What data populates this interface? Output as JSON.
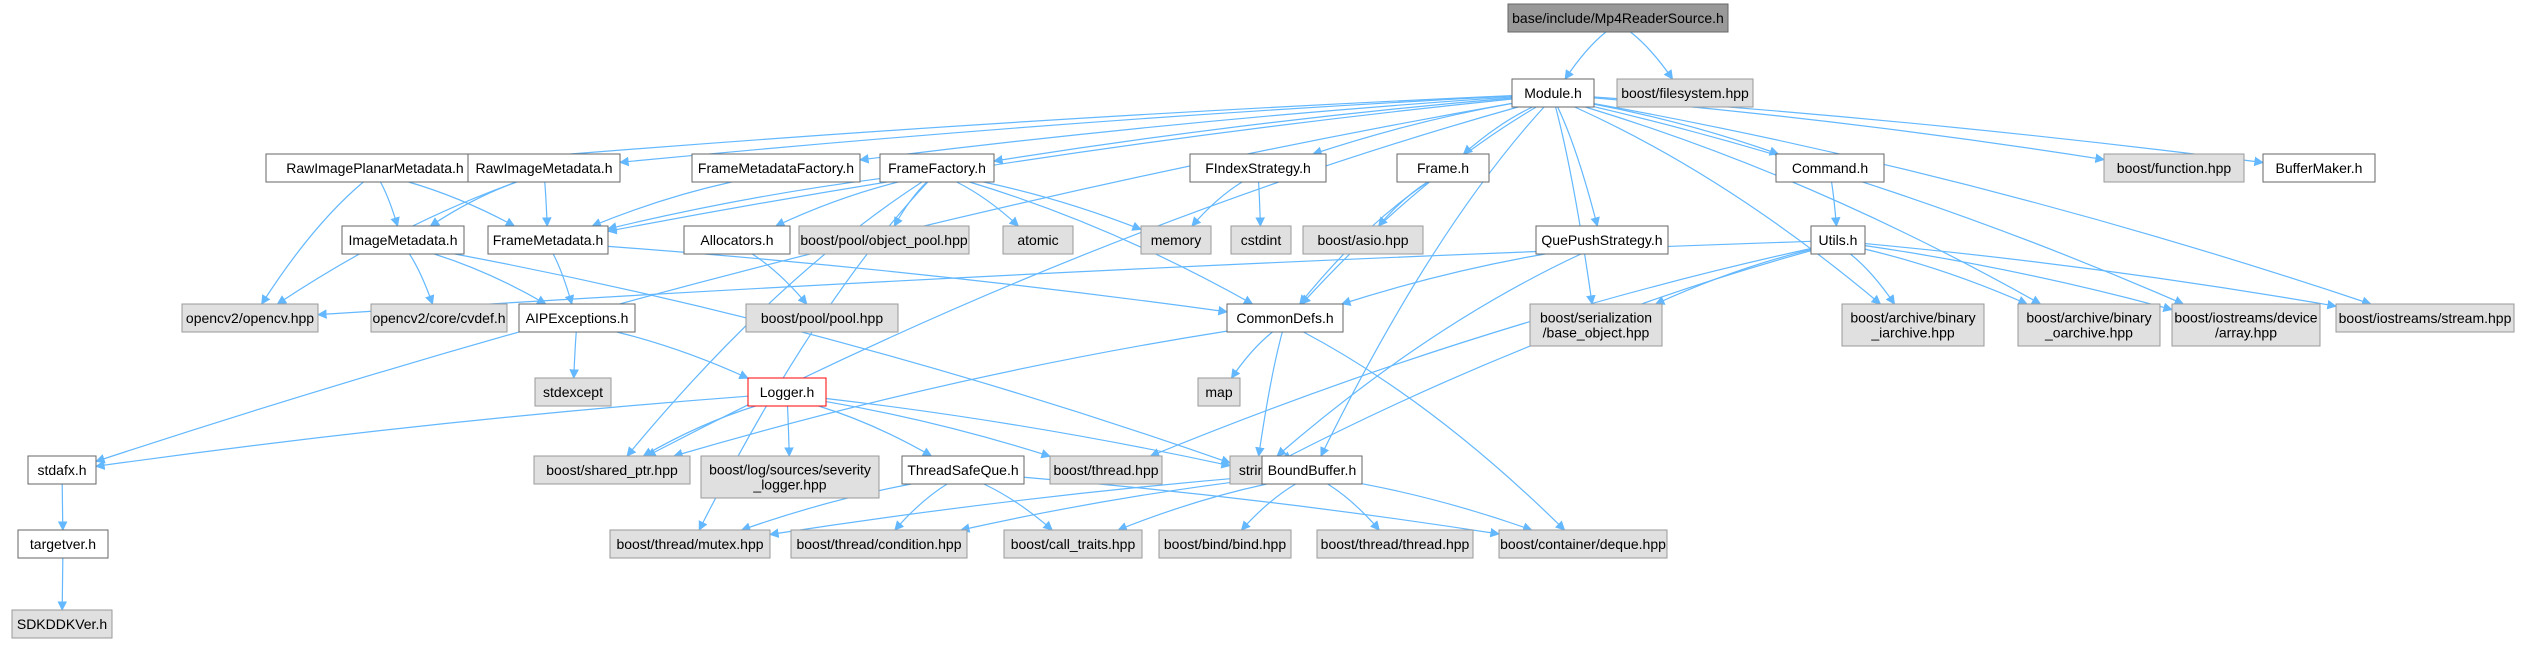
{
  "colors": {
    "edge": "#63b8ff",
    "node_fill": "#ffffff",
    "node_stroke": "#666666",
    "external_fill": "#e0e0e0",
    "external_stroke": "#999999",
    "root_fill": "#999999",
    "root_stroke": "#666666",
    "highlight_stroke": "#ff0000"
  },
  "nodes": [
    {
      "id": "mp4",
      "lines": [
        "base/include/Mp4ReaderSource.h"
      ],
      "kind": "root"
    },
    {
      "id": "module",
      "lines": [
        "Module.h"
      ],
      "kind": "file"
    },
    {
      "id": "bfs",
      "lines": [
        "boost/filesystem.hpp"
      ],
      "kind": "external"
    },
    {
      "id": "rawplanar",
      "lines": [
        "RawImagePlanarMetadata.h"
      ],
      "kind": "file"
    },
    {
      "id": "rawmeta",
      "lines": [
        "RawImageMetadata.h"
      ],
      "kind": "file"
    },
    {
      "id": "fmfactory",
      "lines": [
        "FrameMetadataFactory.h"
      ],
      "kind": "file"
    },
    {
      "id": "ffactory",
      "lines": [
        "FrameFactory.h"
      ],
      "kind": "file"
    },
    {
      "id": "findex",
      "lines": [
        "FIndexStrategy.h"
      ],
      "kind": "file"
    },
    {
      "id": "frame",
      "lines": [
        "Frame.h"
      ],
      "kind": "file"
    },
    {
      "id": "command",
      "lines": [
        "Command.h"
      ],
      "kind": "file"
    },
    {
      "id": "bfunc",
      "lines": [
        "boost/function.hpp"
      ],
      "kind": "external"
    },
    {
      "id": "bmaker",
      "lines": [
        "BufferMaker.h"
      ],
      "kind": "file"
    },
    {
      "id": "imgmeta",
      "lines": [
        "ImageMetadata.h"
      ],
      "kind": "file"
    },
    {
      "id": "fmeta",
      "lines": [
        "FrameMetadata.h"
      ],
      "kind": "file"
    },
    {
      "id": "alloc",
      "lines": [
        "Allocators.h"
      ],
      "kind": "file"
    },
    {
      "id": "objpool",
      "lines": [
        "boost/pool/object_pool.hpp"
      ],
      "kind": "external"
    },
    {
      "id": "atomic",
      "lines": [
        "atomic"
      ],
      "kind": "external"
    },
    {
      "id": "memory",
      "lines": [
        "memory"
      ],
      "kind": "external"
    },
    {
      "id": "cstdint",
      "lines": [
        "cstdint"
      ],
      "kind": "external"
    },
    {
      "id": "basio",
      "lines": [
        "boost/asio.hpp"
      ],
      "kind": "external"
    },
    {
      "id": "qps",
      "lines": [
        "QuePushStrategy.h"
      ],
      "kind": "file"
    },
    {
      "id": "utils",
      "lines": [
        "Utils.h"
      ],
      "kind": "file"
    },
    {
      "id": "opencv",
      "lines": [
        "opencv2/opencv.hpp"
      ],
      "kind": "external"
    },
    {
      "id": "cvdef",
      "lines": [
        "opencv2/core/cvdef.h"
      ],
      "kind": "external"
    },
    {
      "id": "pool",
      "lines": [
        "boost/pool/pool.hpp"
      ],
      "kind": "external"
    },
    {
      "id": "commondefs",
      "lines": [
        "CommonDefs.h"
      ],
      "kind": "file"
    },
    {
      "id": "serial",
      "lines": [
        "boost/serialization",
        "/base_object.hpp"
      ],
      "kind": "external"
    },
    {
      "id": "biarch",
      "lines": [
        "boost/archive/binary",
        "_iarchive.hpp"
      ],
      "kind": "external"
    },
    {
      "id": "boarch",
      "lines": [
        "boost/archive/binary",
        "_oarchive.hpp"
      ],
      "kind": "external"
    },
    {
      "id": "devarr",
      "lines": [
        "boost/iostreams/device",
        "/array.hpp"
      ],
      "kind": "external"
    },
    {
      "id": "stream",
      "lines": [
        "boost/iostreams/stream.hpp"
      ],
      "kind": "external"
    },
    {
      "id": "aipex",
      "lines": [
        "AIPExceptions.h"
      ],
      "kind": "file"
    },
    {
      "id": "stdexcept",
      "lines": [
        "stdexcept"
      ],
      "kind": "external"
    },
    {
      "id": "map",
      "lines": [
        "map"
      ],
      "kind": "external"
    },
    {
      "id": "logger",
      "lines": [
        "Logger.h"
      ],
      "kind": "highlight"
    },
    {
      "id": "stdafx",
      "lines": [
        "stdafx.h"
      ],
      "kind": "file"
    },
    {
      "id": "sharedptr",
      "lines": [
        "boost/shared_ptr.hpp"
      ],
      "kind": "external"
    },
    {
      "id": "sevlog",
      "lines": [
        "boost/log/sources/severity",
        "_logger.hpp"
      ],
      "kind": "external"
    },
    {
      "id": "tsq",
      "lines": [
        "ThreadSafeQue.h"
      ],
      "kind": "file"
    },
    {
      "id": "bthread",
      "lines": [
        "boost/thread.hpp"
      ],
      "kind": "external"
    },
    {
      "id": "string",
      "lines": [
        "string"
      ],
      "kind": "external"
    },
    {
      "id": "boundbuf",
      "lines": [
        "BoundBuffer.h"
      ],
      "kind": "file"
    },
    {
      "id": "targetver",
      "lines": [
        "targetver.h"
      ],
      "kind": "file"
    },
    {
      "id": "mutex",
      "lines": [
        "boost/thread/mutex.hpp"
      ],
      "kind": "external"
    },
    {
      "id": "cond",
      "lines": [
        "boost/thread/condition.hpp"
      ],
      "kind": "external"
    },
    {
      "id": "calltraits",
      "lines": [
        "boost/call_traits.hpp"
      ],
      "kind": "external"
    },
    {
      "id": "bind",
      "lines": [
        "boost/bind/bind.hpp"
      ],
      "kind": "external"
    },
    {
      "id": "tthread",
      "lines": [
        "boost/thread/thread.hpp"
      ],
      "kind": "external"
    },
    {
      "id": "deque",
      "lines": [
        "boost/container/deque.hpp"
      ],
      "kind": "external"
    },
    {
      "id": "sdk",
      "lines": [
        "SDKDDKVer.h"
      ],
      "kind": "external"
    }
  ],
  "edges": [
    [
      "mp4",
      "module"
    ],
    [
      "mp4",
      "bfs"
    ],
    [
      "module",
      "rawplanar"
    ],
    [
      "module",
      "rawmeta"
    ],
    [
      "module",
      "fmfactory"
    ],
    [
      "module",
      "ffactory"
    ],
    [
      "module",
      "findex"
    ],
    [
      "module",
      "frame"
    ],
    [
      "module",
      "command"
    ],
    [
      "module",
      "bfunc"
    ],
    [
      "module",
      "bmaker"
    ],
    [
      "module",
      "fmeta"
    ],
    [
      "module",
      "qps"
    ],
    [
      "module",
      "commondefs"
    ],
    [
      "module",
      "serial"
    ],
    [
      "module",
      "biarch"
    ],
    [
      "module",
      "boarch"
    ],
    [
      "module",
      "devarr"
    ],
    [
      "module",
      "stream"
    ],
    [
      "module",
      "stdafx"
    ],
    [
      "module",
      "sharedptr"
    ],
    [
      "module",
      "boundbuf"
    ],
    [
      "rawplanar",
      "imgmeta"
    ],
    [
      "rawplanar",
      "fmeta"
    ],
    [
      "rawplanar",
      "opencv"
    ],
    [
      "rawmeta",
      "imgmeta"
    ],
    [
      "rawmeta",
      "fmeta"
    ],
    [
      "rawmeta",
      "opencv"
    ],
    [
      "fmfactory",
      "fmeta"
    ],
    [
      "ffactory",
      "fmeta"
    ],
    [
      "ffactory",
      "alloc"
    ],
    [
      "ffactory",
      "objpool"
    ],
    [
      "ffactory",
      "atomic"
    ],
    [
      "ffactory",
      "memory"
    ],
    [
      "ffactory",
      "commondefs"
    ],
    [
      "ffactory",
      "sharedptr"
    ],
    [
      "ffactory",
      "mutex"
    ],
    [
      "findex",
      "memory"
    ],
    [
      "findex",
      "cstdint"
    ],
    [
      "frame",
      "basio"
    ],
    [
      "frame",
      "commondefs"
    ],
    [
      "command",
      "utils"
    ],
    [
      "imgmeta",
      "cvdef"
    ],
    [
      "imgmeta",
      "aipex"
    ],
    [
      "imgmeta",
      "string"
    ],
    [
      "fmeta",
      "aipex"
    ],
    [
      "fmeta",
      "commondefs"
    ],
    [
      "alloc",
      "pool"
    ],
    [
      "qps",
      "commondefs"
    ],
    [
      "qps",
      "string"
    ],
    [
      "utils",
      "opencv"
    ],
    [
      "utils",
      "serial"
    ],
    [
      "utils",
      "biarch"
    ],
    [
      "utils",
      "boarch"
    ],
    [
      "utils",
      "devarr"
    ],
    [
      "utils",
      "stream"
    ],
    [
      "utils",
      "bthread"
    ],
    [
      "utils",
      "string"
    ],
    [
      "aipex",
      "stdexcept"
    ],
    [
      "aipex",
      "logger"
    ],
    [
      "commondefs",
      "map"
    ],
    [
      "commondefs",
      "sharedptr"
    ],
    [
      "commondefs",
      "string"
    ],
    [
      "commondefs",
      "deque"
    ],
    [
      "logger",
      "stdafx"
    ],
    [
      "logger",
      "sharedptr"
    ],
    [
      "logger",
      "sevlog"
    ],
    [
      "logger",
      "tsq"
    ],
    [
      "logger",
      "bthread"
    ],
    [
      "logger",
      "string"
    ],
    [
      "tsq",
      "mutex"
    ],
    [
      "tsq",
      "cond"
    ],
    [
      "tsq",
      "calltraits"
    ],
    [
      "tsq",
      "deque"
    ],
    [
      "boundbuf",
      "mutex"
    ],
    [
      "boundbuf",
      "cond"
    ],
    [
      "boundbuf",
      "calltraits"
    ],
    [
      "boundbuf",
      "bind"
    ],
    [
      "boundbuf",
      "tthread"
    ],
    [
      "boundbuf",
      "deque"
    ],
    [
      "stdafx",
      "targetver"
    ],
    [
      "targetver",
      "sdk"
    ]
  ]
}
